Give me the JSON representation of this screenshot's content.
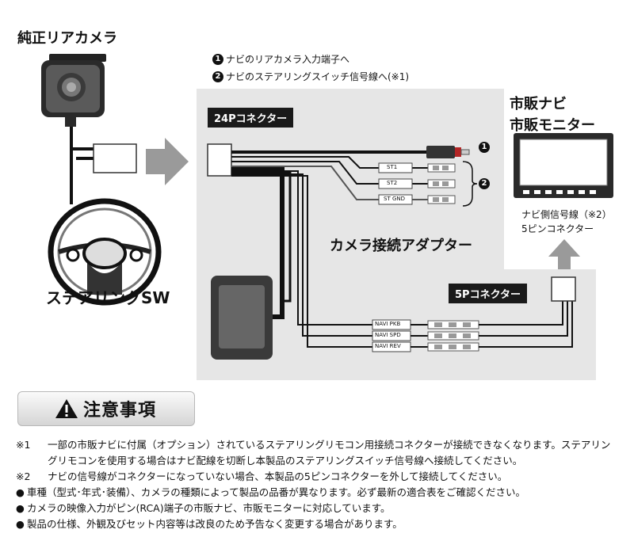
{
  "labels": {
    "camera": "純正リアカメラ",
    "steering": "ステアリングSW",
    "navi_line1": "市販ナビ",
    "navi_line2": "市販モニター",
    "adapter": "カメラ接続アダプター",
    "connector_24p": "24Pコネクター",
    "connector_5p": "5Pコネクター",
    "navi_caption_line1": "ナビ側信号線（※2）",
    "navi_caption_line2": "5ピンコネクター"
  },
  "legend": [
    {
      "num": "1",
      "text": "ナビのリアカメラ入力端子へ"
    },
    {
      "num": "2",
      "text": "ナビのステアリングスイッチ信号線へ(※1)"
    }
  ],
  "markers": {
    "one": "1",
    "two": "2"
  },
  "wires_st": [
    "ST1",
    "ST2",
    "ST GND"
  ],
  "wires_navi": [
    "NAVI PKB",
    "NAVI SPD",
    "NAVI REV"
  ],
  "caution": {
    "title": "注意事項",
    "icon": "warning-triangle-icon"
  },
  "notes": [
    {
      "mark": "※1",
      "text": "一部の市販ナビに付属（オプション）されているステアリングリモコン用接続コネクターが接続できなくなります。ステアリングリモコンを使用する場合はナビ配線を切断し本製品のステアリングスイッチ信号線へ接続してください。"
    },
    {
      "mark": "※2",
      "text": "ナビの信号線がコネクターになっていない場合、本製品の5ピンコネクターを外して接続してください。"
    },
    {
      "mark": "●",
      "text": "車種（型式･年式･装備）、カメラの種類によって製品の品番が異なります。必ず最新の適合表をご確認ください。"
    },
    {
      "mark": "●",
      "text": "カメラの映像入力がピン(RCA)端子の市販ナビ、市販モニターに対応しています。"
    },
    {
      "mark": "●",
      "text": "製品の仕様、外観及びセット内容等は改良のため予告なく変更する場合があります。"
    }
  ]
}
